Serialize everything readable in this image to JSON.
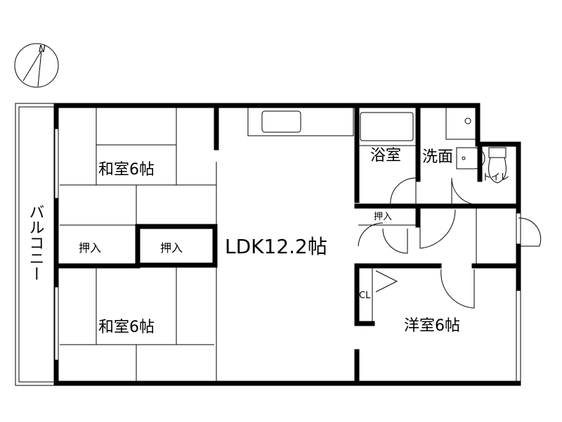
{
  "compass": {
    "label": "N"
  },
  "rooms": {
    "washitsu_upper": "和室6帖",
    "washitsu_lower": "和室6帖",
    "oshiire_left": "押入",
    "oshiire_right": "押入",
    "ldk": "LDK12.2帖",
    "bath": "浴室",
    "washroom": "洗面",
    "toilet": "トイレ",
    "oshiire_hall": "押入",
    "closet": "CL",
    "youshitsu": "洋室6帖",
    "balcony": "バルコニー"
  }
}
